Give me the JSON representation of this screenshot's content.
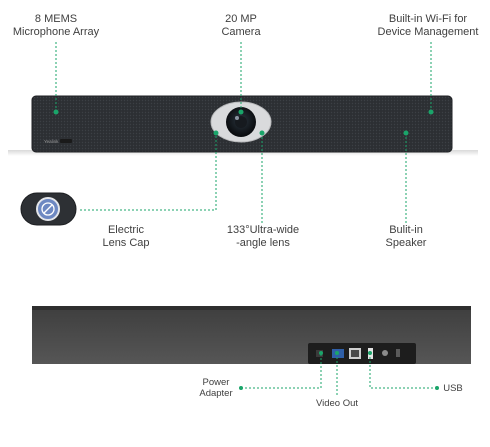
{
  "callouts": {
    "mic_array": {
      "line1": "8 MEMS",
      "line2": "Microphone Array"
    },
    "camera": {
      "line1": "20 MP",
      "line2": "Camera"
    },
    "wifi": {
      "line1": "Built-in Wi-Fi for",
      "line2": "Device Management"
    },
    "lens_cap": {
      "line1": "Electric",
      "line2": "Lens Cap"
    },
    "lens": {
      "line1": "133°Ultra-wide",
      "line2": "-angle lens"
    },
    "speaker": {
      "line1": "Bulit-in",
      "line2": "Speaker"
    },
    "power": {
      "line1": "Power",
      "line2": "Adapter"
    },
    "video_out": {
      "line1": "Video Out"
    },
    "usb": {
      "line1": "USB"
    }
  },
  "device": {
    "brand": "Yealink"
  },
  "colors": {
    "accent": "#1aa56a",
    "device_body": "#2b2d30",
    "device_mesh": "#34373b",
    "rear_body": "#4a4a4a"
  }
}
